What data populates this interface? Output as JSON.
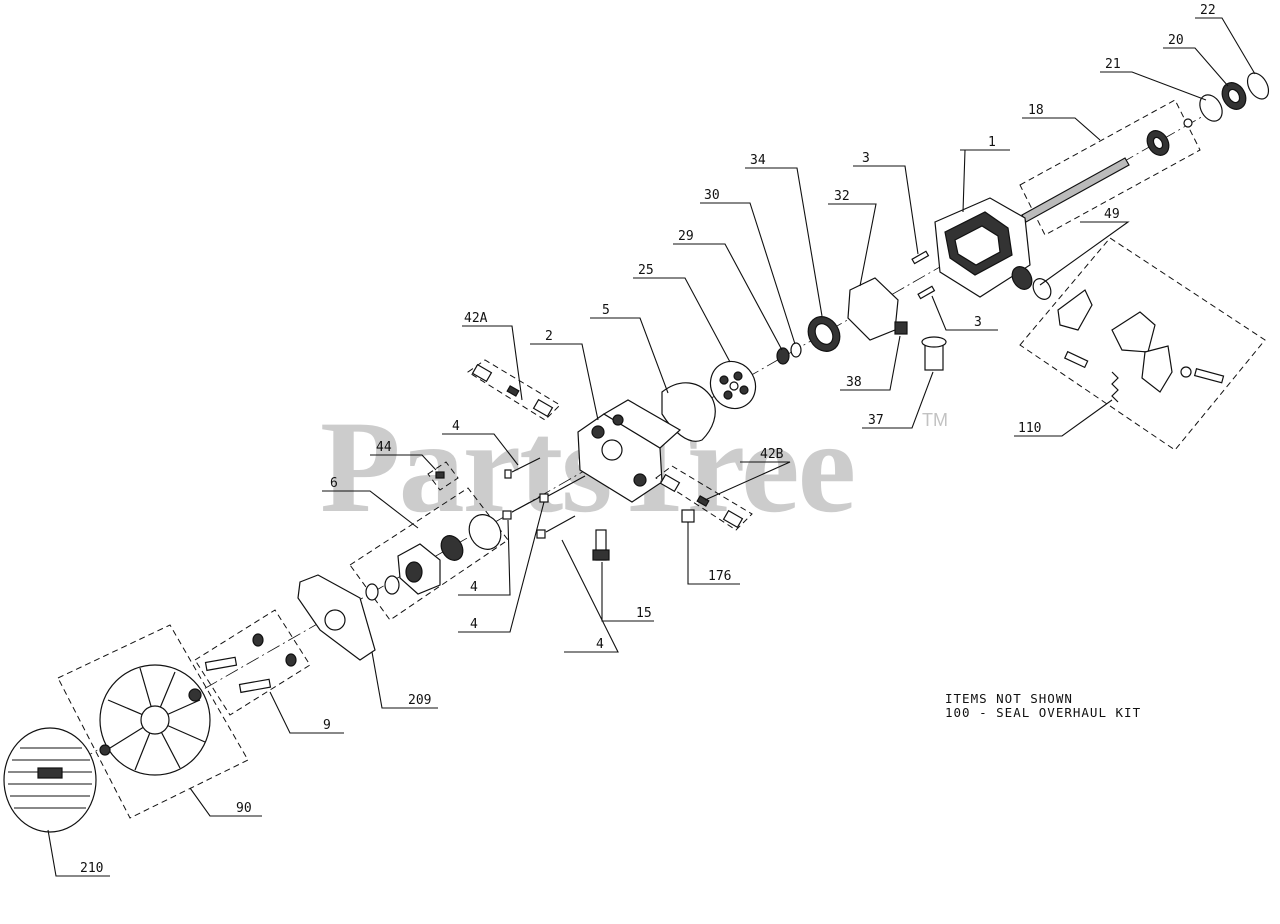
{
  "watermark": {
    "brand": "PartsTree",
    "tm": "TM"
  },
  "notes": {
    "heading": "ITEMS NOT SHOWN",
    "line1": "100 - SEAL OVERHAUL KIT"
  },
  "callouts": {
    "c22": "22",
    "c20": "20",
    "c21": "21",
    "c18": "18",
    "c1": "1",
    "c34": "34",
    "c3a": "3",
    "c30": "30",
    "c32": "32",
    "c49": "49",
    "c29": "29",
    "c25": "25",
    "c3b": "3",
    "c5": "5",
    "c42a": "42A",
    "c2": "2",
    "c38": "38",
    "c37": "37",
    "c110": "110",
    "c4a": "4",
    "c44": "44",
    "c42b": "42B",
    "c6": "6",
    "c176": "176",
    "c4b": "4",
    "c15": "15",
    "c4c": "4",
    "c4d": "4",
    "c209": "209",
    "c9": "9",
    "c90": "90",
    "c210": "210"
  }
}
